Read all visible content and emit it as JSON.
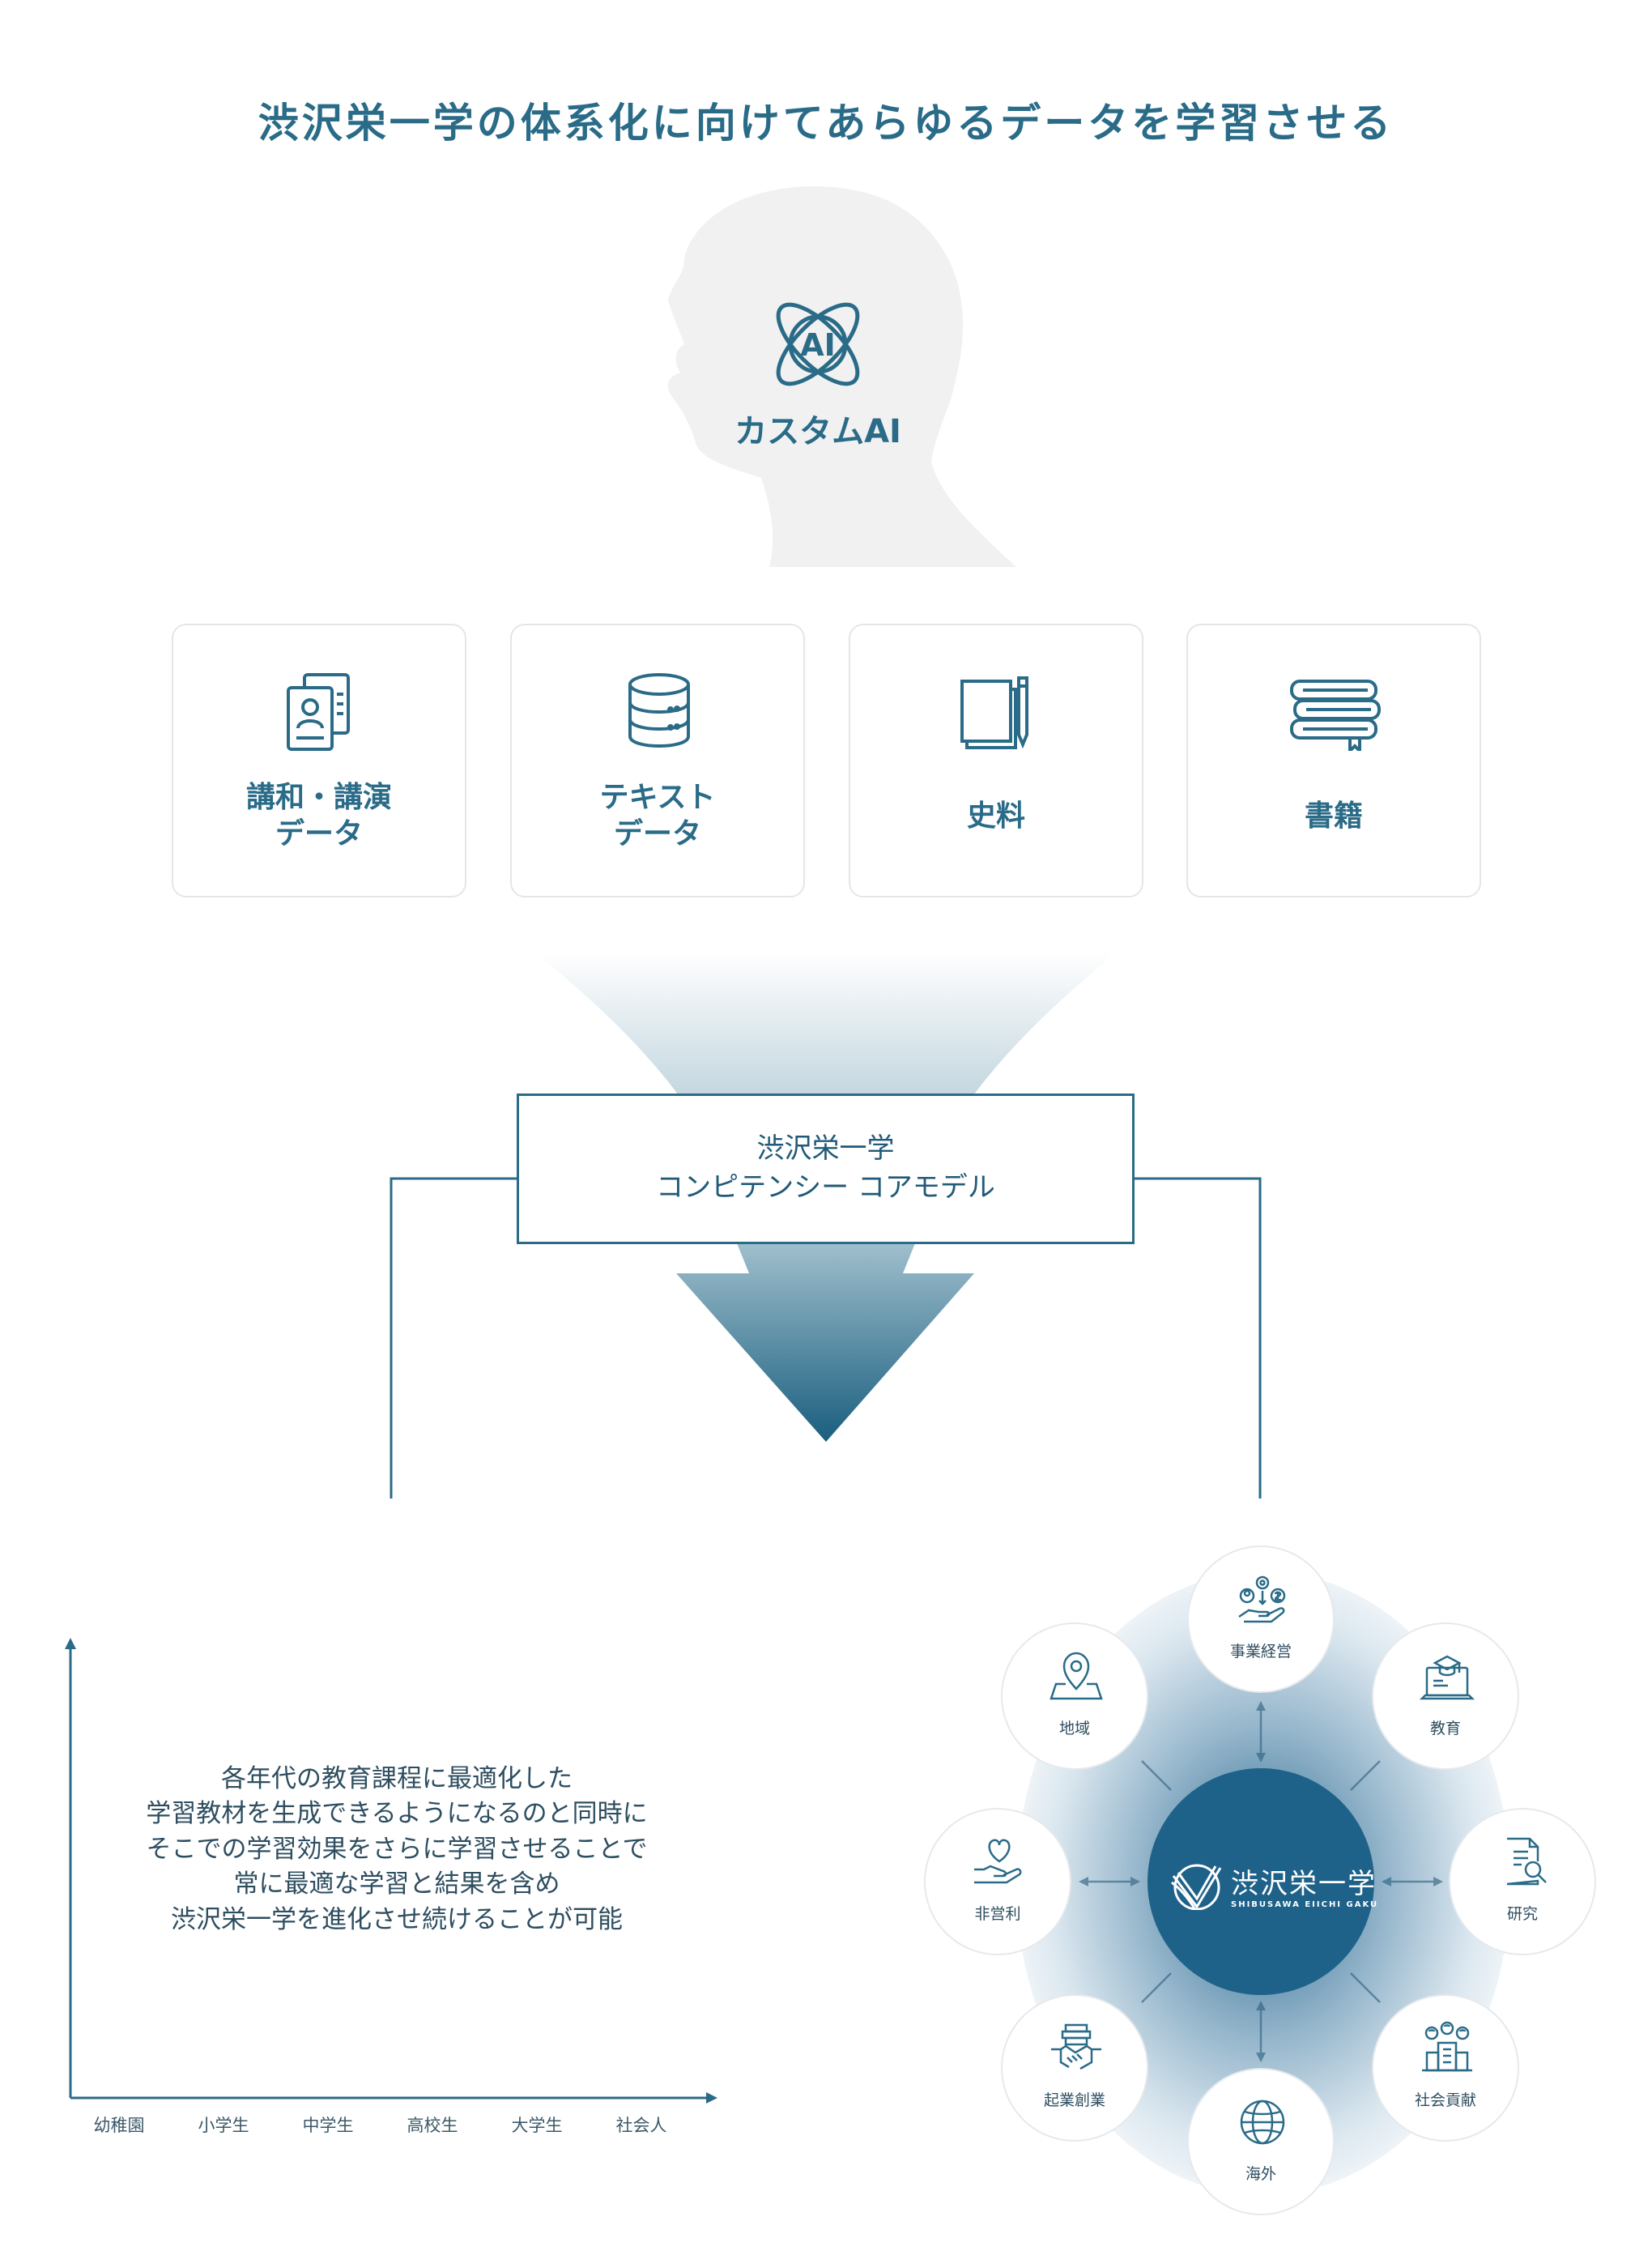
{
  "title": "渋沢栄一学の体系化に向けてあらゆるデータを学習させる",
  "ai": {
    "icon_text": "AI",
    "label": "カスタムAI"
  },
  "data_sources": [
    {
      "label": "講和・講演\nデータ",
      "icon": "profile-document-icon"
    },
    {
      "label": "テキスト\nデータ",
      "icon": "database-icon"
    },
    {
      "label": "史料",
      "icon": "papers-pencil-icon"
    },
    {
      "label": "書籍",
      "icon": "books-stack-icon"
    }
  ],
  "core_model": "渋沢栄一学\nコンピテンシー コアモデル",
  "description": "各年代の教育課程に最適化した\n学習教材を生成できるようになるのと同時に\nそこでの学習効果をさらに学習させることで\n常に最適な学習と結果を含め\n渋沢栄一学を進化させ続けることが可能",
  "stages": [
    "幼稚園",
    "小学生",
    "中学生",
    "高校生",
    "大学生",
    "社会人"
  ],
  "hub": {
    "name": "渋沢栄一学",
    "romanized": "SHIBUSAWA EIICHI GAKU",
    "nodes": [
      {
        "label": "事業経営",
        "icon": "business-management-icon"
      },
      {
        "label": "教育",
        "icon": "education-icon"
      },
      {
        "label": "研究",
        "icon": "research-icon"
      },
      {
        "label": "社会貢献",
        "icon": "social-contribution-icon"
      },
      {
        "label": "海外",
        "icon": "globe-icon"
      },
      {
        "label": "起業創業",
        "icon": "handshake-icon"
      },
      {
        "label": "非営利",
        "icon": "heart-hand-icon"
      },
      {
        "label": "地域",
        "icon": "map-pin-icon"
      }
    ]
  },
  "colors": {
    "primary": "#2a6b88",
    "hub": "#1f6289",
    "silhouette": "#f1f1f1",
    "card_border": "#e3e6e9"
  }
}
